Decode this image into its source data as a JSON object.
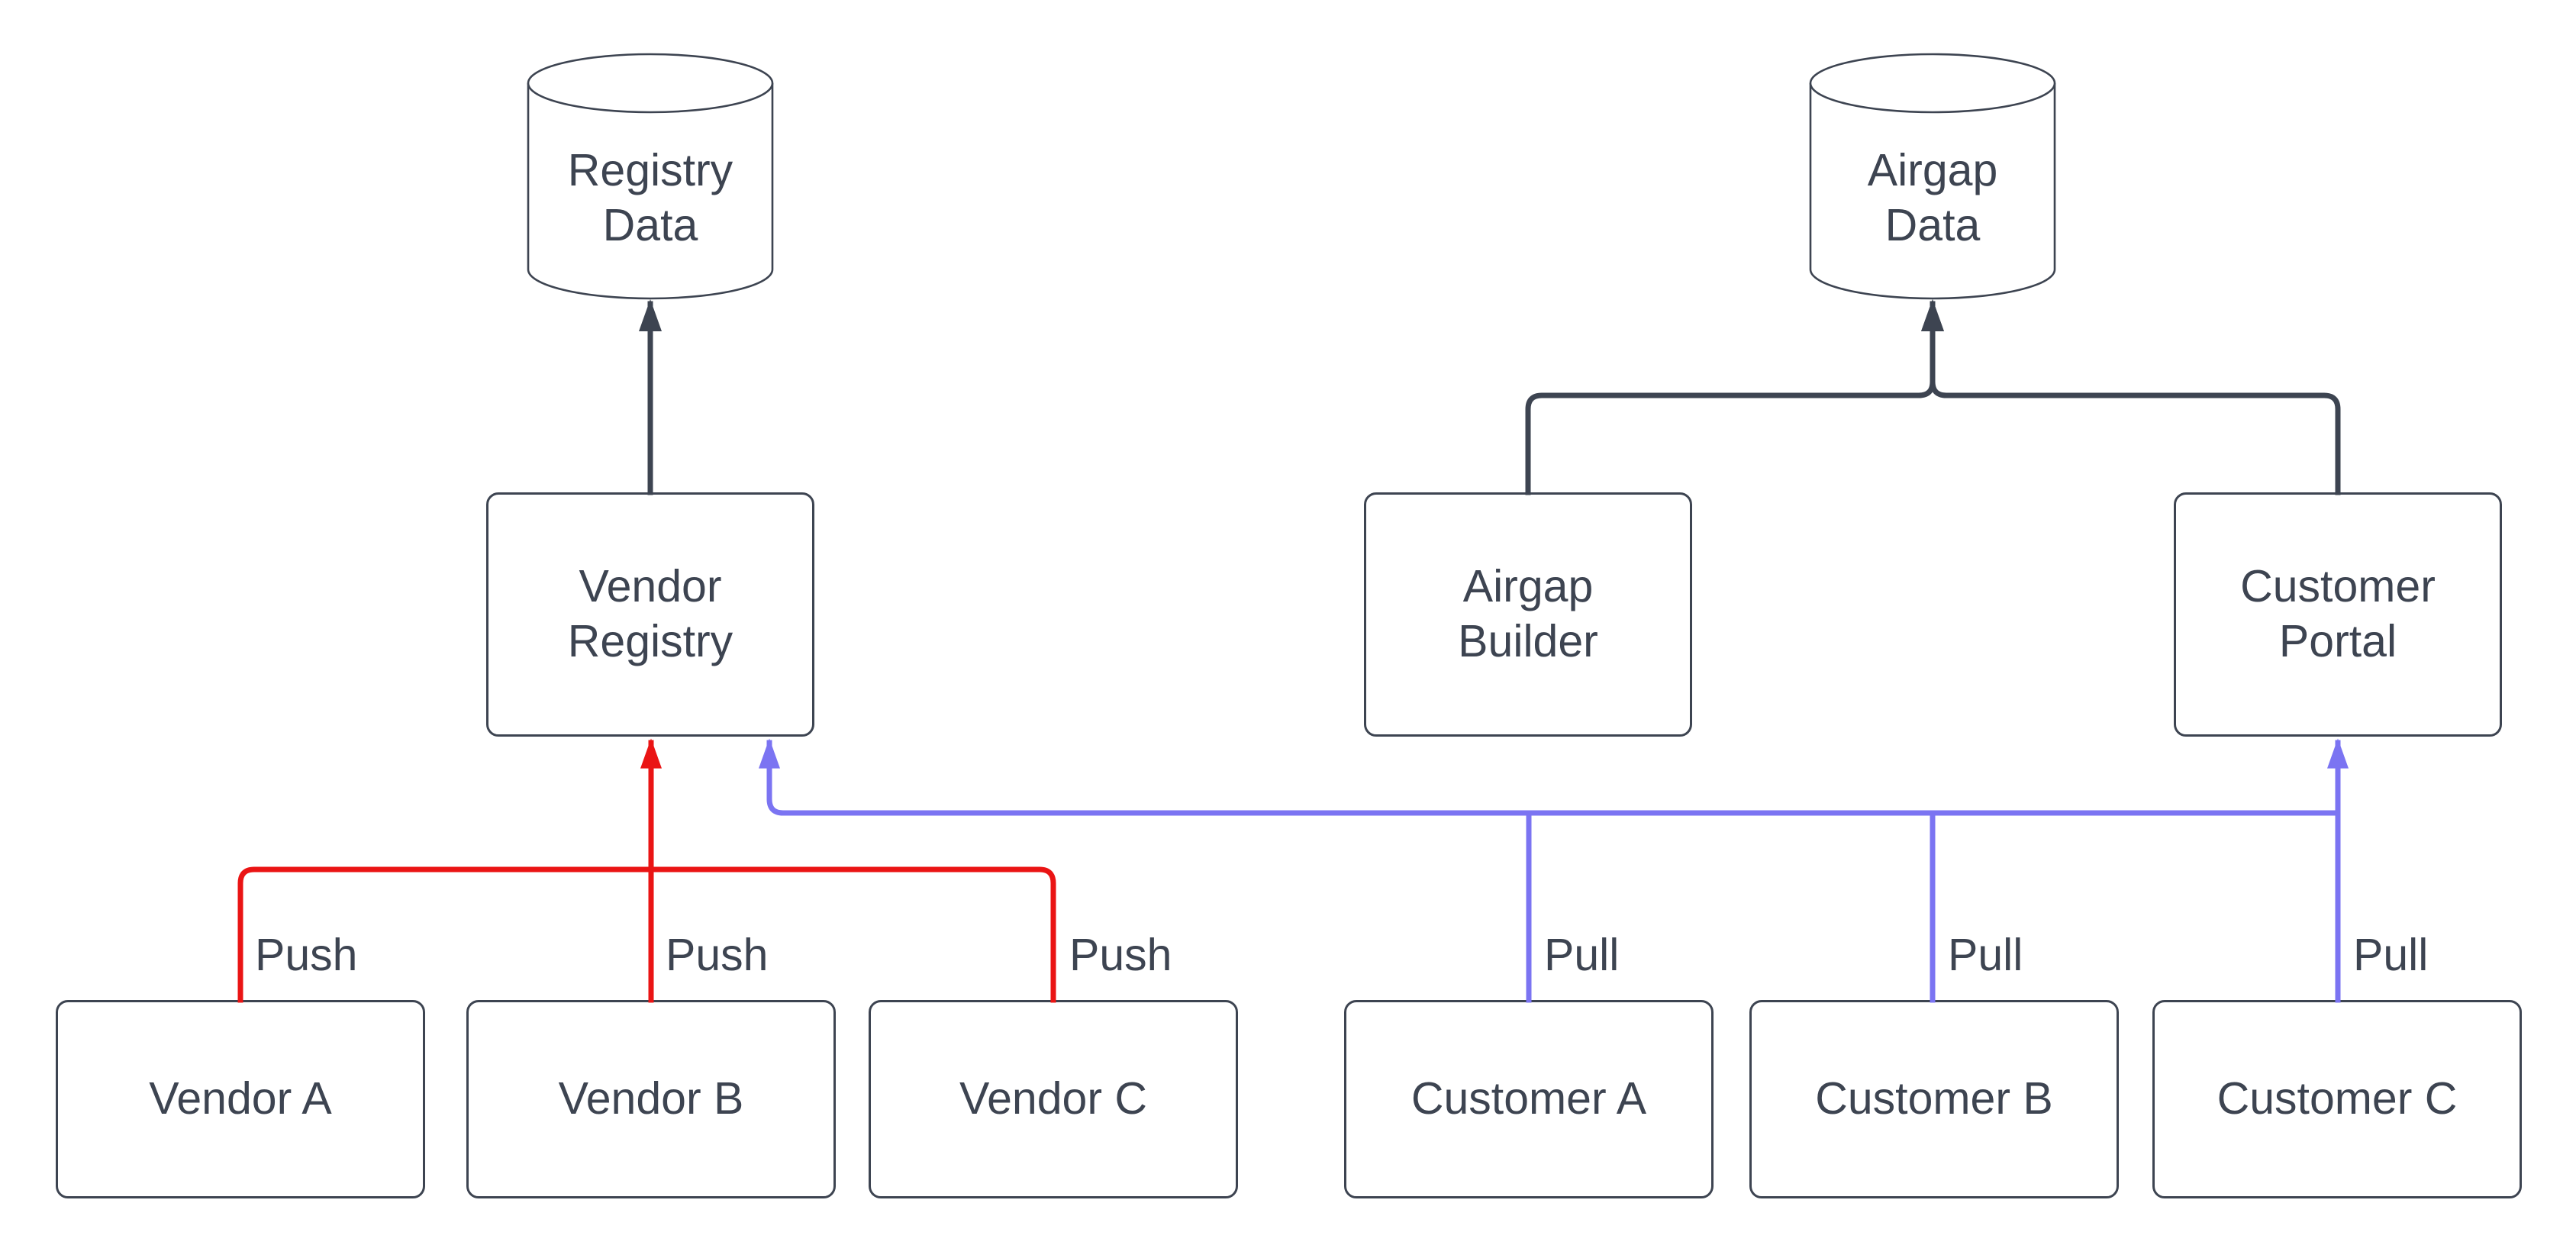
{
  "colors": {
    "dark": "#3d4451",
    "push": "#ea1414",
    "pull": "#7b74f2",
    "background": "#ffffff"
  },
  "nodes": {
    "registry_data": {
      "label": "Registry\nData"
    },
    "airgap_data": {
      "label": "Airgap\nData"
    },
    "vendor_registry": {
      "label": "Vendor\nRegistry"
    },
    "airgap_builder": {
      "label": "Airgap\nBuilder"
    },
    "customer_portal": {
      "label": "Customer\nPortal"
    },
    "vendor_a": {
      "label": "Vendor A"
    },
    "vendor_b": {
      "label": "Vendor B"
    },
    "vendor_c": {
      "label": "Vendor C"
    },
    "customer_a": {
      "label": "Customer A"
    },
    "customer_b": {
      "label": "Customer B"
    },
    "customer_c": {
      "label": "Customer C"
    }
  },
  "edge_labels": {
    "push_vendor_a": "Push",
    "push_vendor_b": "Push",
    "push_vendor_c": "Push",
    "pull_customer_a": "Pull",
    "pull_customer_b": "Pull",
    "pull_customer_c": "Pull"
  }
}
